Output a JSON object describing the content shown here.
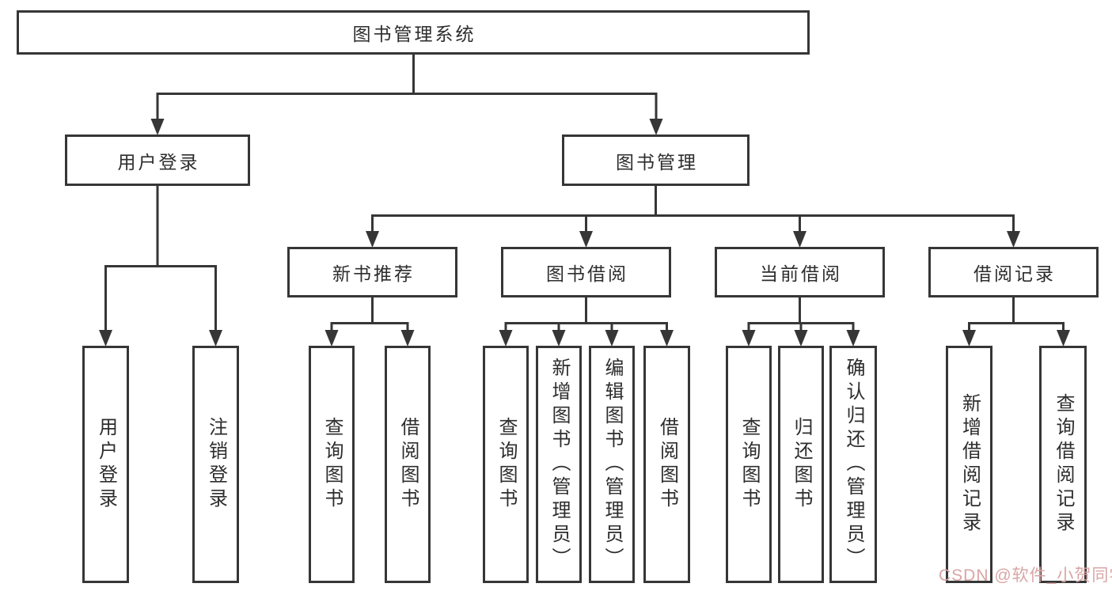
{
  "colors": {
    "line": "#363636",
    "box_border": "#363636",
    "box_background": "#ffffff",
    "text": "#2d2d2d",
    "watermark": "#d9a5a5"
  },
  "watermark": {
    "text": "CSDN @软件_小贺同学"
  },
  "tree": {
    "root": {
      "label": "图书管理系统",
      "children": [
        {
          "label": "用户登录",
          "children": [
            {
              "label": "用户登录"
            },
            {
              "label": "注销登录"
            }
          ]
        },
        {
          "label": "图书管理",
          "children": [
            {
              "label": "新书推荐",
              "children": [
                {
                  "label": "查询图书"
                },
                {
                  "label": "借阅图书"
                }
              ]
            },
            {
              "label": "图书借阅",
              "children": [
                {
                  "label": "查询图书"
                },
                {
                  "label": "新增图书（管理员）"
                },
                {
                  "label": "编辑图书（管理员）"
                },
                {
                  "label": "借阅图书"
                }
              ]
            },
            {
              "label": "当前借阅",
              "children": [
                {
                  "label": "查询图书"
                },
                {
                  "label": "归还图书"
                },
                {
                  "label": "确认归还（管理员）"
                }
              ]
            },
            {
              "label": "借阅记录",
              "children": [
                {
                  "label": "新增借阅记录"
                },
                {
                  "label": "查询借阅记录"
                }
              ]
            }
          ]
        }
      ]
    }
  }
}
